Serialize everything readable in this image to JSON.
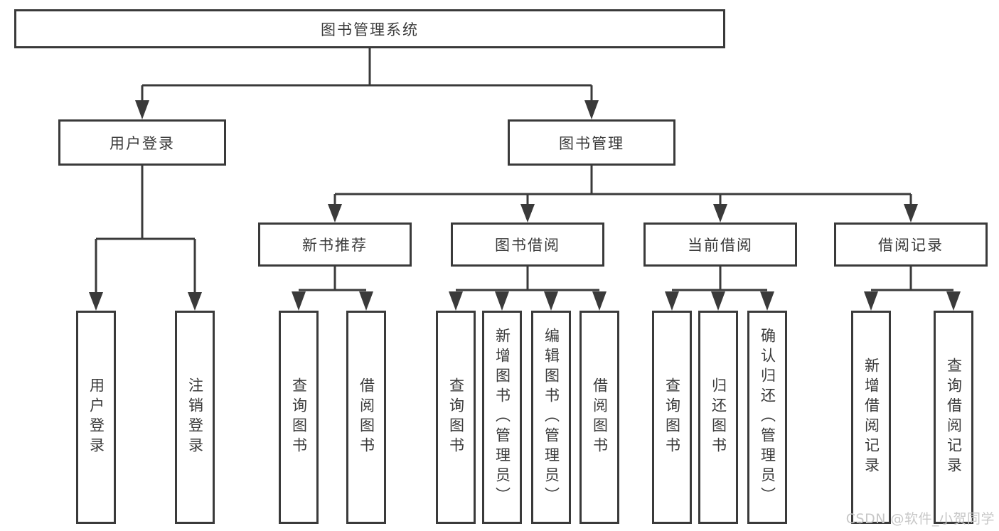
{
  "colors": {
    "line": "#3a3a3a",
    "text": "#3a3a3a",
    "box_fill": "#ffffff",
    "watermark": "#c7c7c7"
  },
  "diagram": {
    "root": {
      "label": "图书管理系统"
    },
    "branches": [
      {
        "label": "用户登录"
      },
      {
        "label": "图书管理"
      }
    ],
    "modules": [
      {
        "label": "新书推荐"
      },
      {
        "label": "图书借阅"
      },
      {
        "label": "当前借阅"
      },
      {
        "label": "借阅记录"
      }
    ],
    "leaves": [
      {
        "label": "用户登录"
      },
      {
        "label": "注销登录"
      },
      {
        "label": "查询图书"
      },
      {
        "label": "借阅图书"
      },
      {
        "label": "查询图书"
      },
      {
        "label": "新增图书（管理员）"
      },
      {
        "label": "编辑图书（管理员）"
      },
      {
        "label": "借阅图书"
      },
      {
        "label": "查询图书"
      },
      {
        "label": "归还图书"
      },
      {
        "label": "确认归还（管理员）"
      },
      {
        "label": "新增借阅记录"
      },
      {
        "label": "查询借阅记录"
      }
    ]
  },
  "watermark": {
    "text": "CSDN @软件_小贺同学"
  }
}
